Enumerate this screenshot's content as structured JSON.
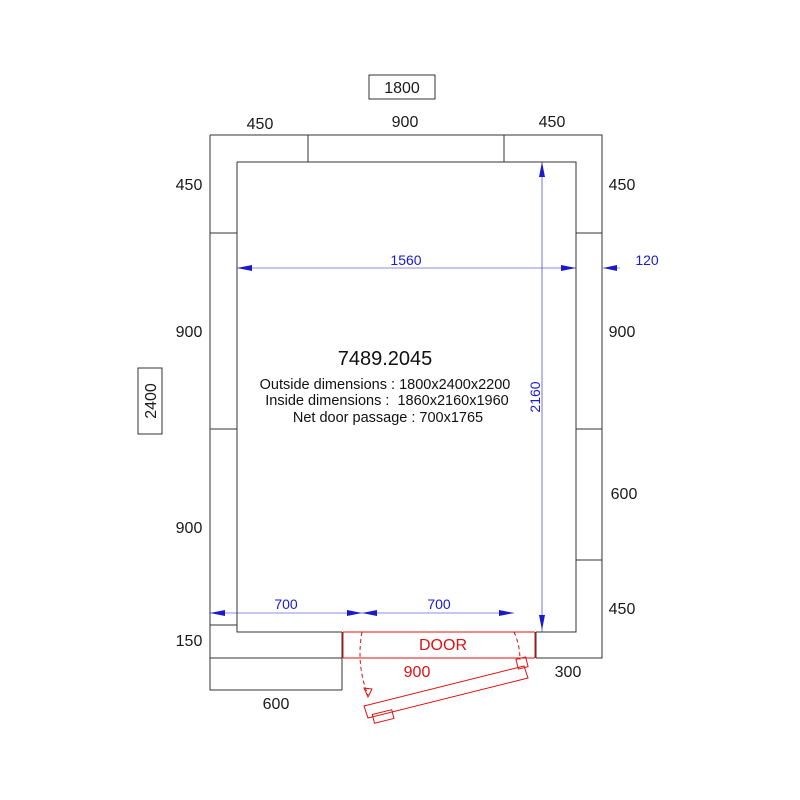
{
  "model_number": "7489.2045",
  "info": {
    "outside": "Outside dimensions : 1800x2400x2200",
    "inside": "Inside dimensions :  1860x2160x1960",
    "door_passage": "Net door passage : 700x1765"
  },
  "overall": {
    "width": "1800",
    "depth": "2400"
  },
  "top_panels": [
    "450",
    "900",
    "450"
  ],
  "left_panels": [
    "450",
    "900",
    "900",
    "150"
  ],
  "right_panels": [
    "450",
    "900",
    "600",
    "450",
    "300"
  ],
  "bottom_panels": [
    "600"
  ],
  "inner_dims": {
    "width": "1560",
    "depth": "2160",
    "wall_thickness": "120",
    "bottom_left": "700",
    "bottom_right": "700"
  },
  "door": {
    "label": "DOOR",
    "width": "900"
  },
  "colors": {
    "dimension_blue": "#1a1acc",
    "door_red": "#e01010",
    "outline": "#333333"
  }
}
